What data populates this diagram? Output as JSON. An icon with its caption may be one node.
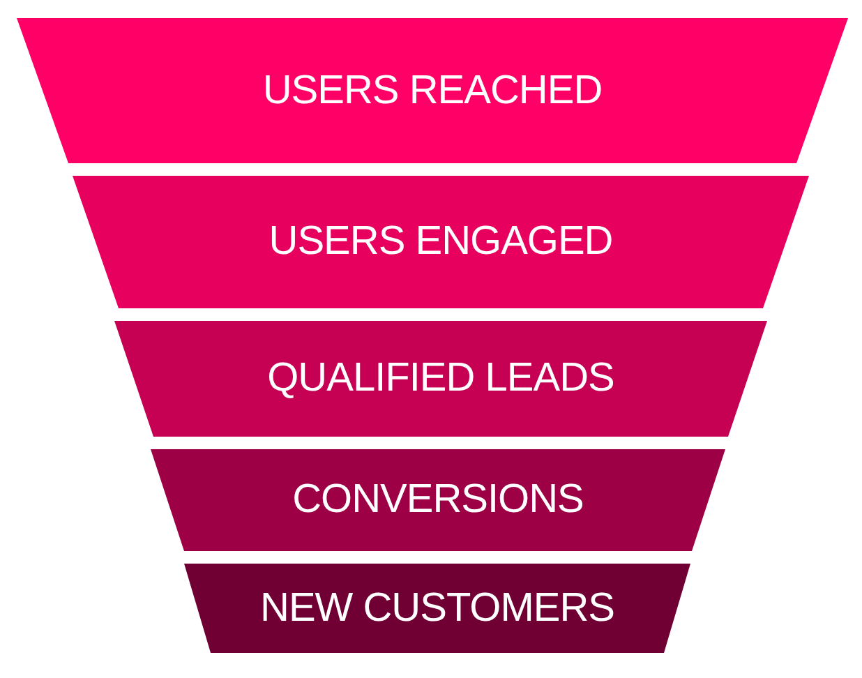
{
  "diagram": {
    "nodes": [
      {
        "text": [
          "USERS REACHED"
        ]
      },
      {
        "text": [
          "USERS ENGAGED"
        ]
      },
      {
        "text": [
          "QUALIFIED LEADS"
        ]
      },
      {
        "text": [
          "CONVERSIONS"
        ]
      },
      {
        "text": [
          "NEW CUSTOMERS"
        ]
      }
    ]
  }
}
